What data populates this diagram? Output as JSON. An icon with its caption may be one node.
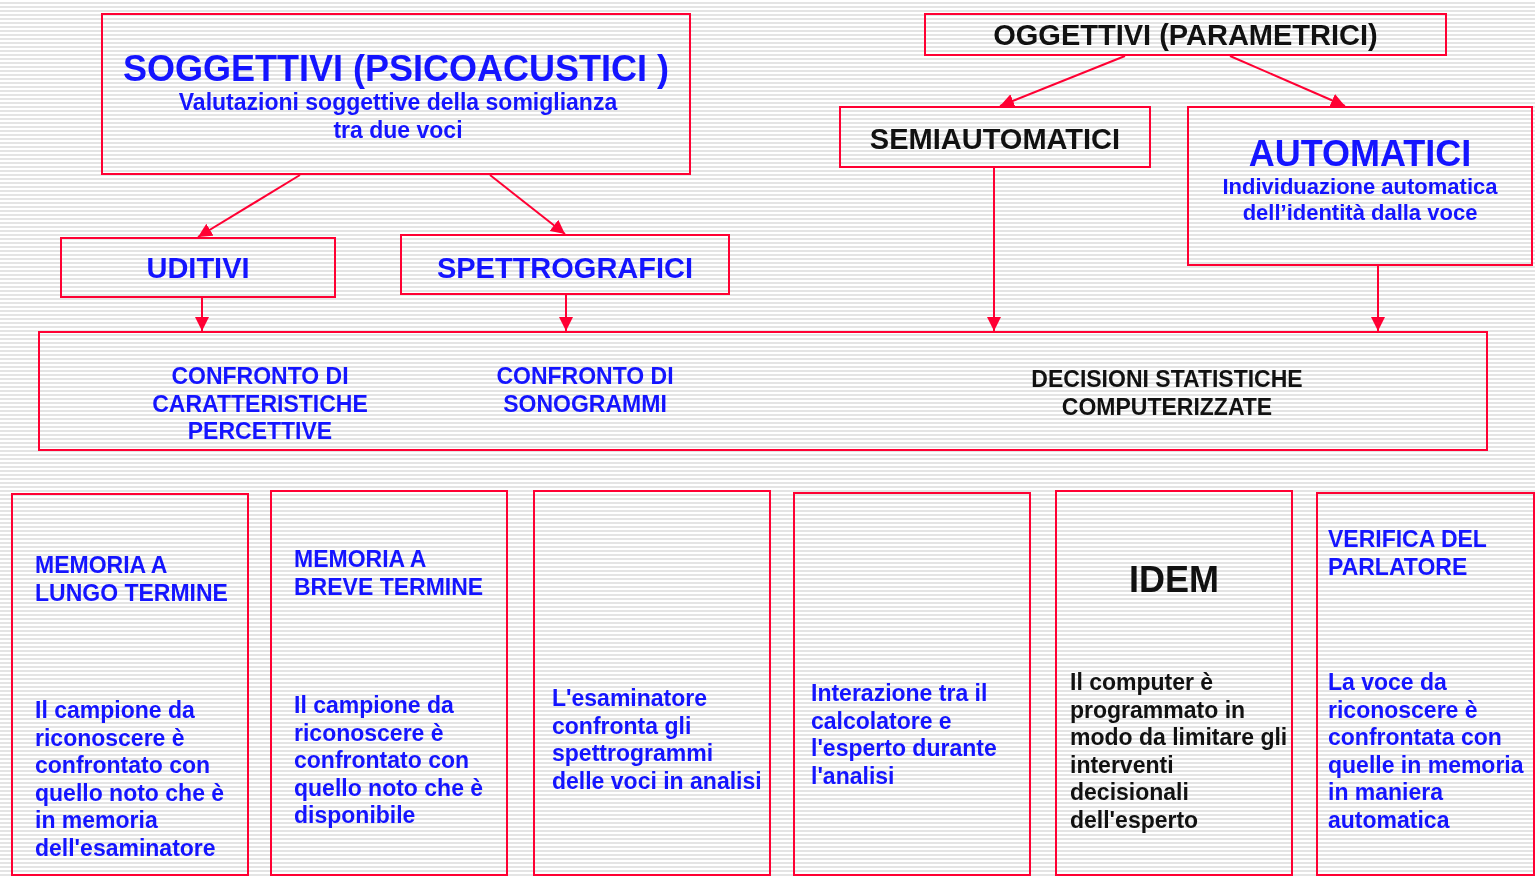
{
  "diagram": {
    "nodes": [
      {
        "text": [
          "SOGGETTIVI (PSICOACUSTICI )",
          "Valutazioni soggettive della somiglianza tra due voci"
        ]
      },
      {
        "text": [
          "OGGETTIVI (PARAMETRICI)"
        ]
      },
      {
        "text": [
          "SEMIAUTOMATICI"
        ]
      },
      {
        "text": [
          "AUTOMATICI",
          "Individuazione automatica dell’identità dalla voce"
        ]
      },
      {
        "text": [
          "UDITIVI"
        ]
      },
      {
        "text": [
          "SPETTROGRAFICI"
        ]
      },
      {
        "text": [
          "CONFRONTO DI CARATTERISTICHE PERCETTIVE",
          "CONFRONTO DI SONOGRAMMI",
          "DECISIONI STATISTICHE COMPUTERIZZATE"
        ]
      },
      {
        "text": [
          "MEMORIA A LUNGO TERMINE",
          "Il campione da riconoscere  è confrontato con quello noto che è in memoria dell'esaminatore"
        ]
      },
      {
        "text": [
          "MEMORIA A BREVE TERMINE",
          "Il campione da riconoscere  è confrontato con quello noto che è disponibile"
        ]
      },
      {
        "text": [
          "L'esaminatore confronta gli spettrogrammi delle voci in analisi"
        ]
      },
      {
        "text": [
          "Interazione tra il calcolatore e l'esperto durante l'analisi"
        ]
      },
      {
        "text": [
          "IDEM",
          "Il computer è programmato in modo da limitare gli interventi decisionali dell'esperto"
        ]
      },
      {
        "text": [
          "VERIFICA DEL PARLATORE",
          "La voce da riconoscere è confrontata con quelle in memoria in maniera automatica"
        ]
      }
    ],
    "edges": [
      {
        "from": 0,
        "to": 4,
        "arrow": "to"
      },
      {
        "from": 0,
        "to": 5,
        "arrow": "to"
      },
      {
        "from": 1,
        "to": 2,
        "arrow": "to"
      },
      {
        "from": 1,
        "to": 3,
        "arrow": "to"
      },
      {
        "from": 4,
        "to": 6,
        "arrow": "to"
      },
      {
        "from": 5,
        "to": 6,
        "arrow": "to"
      },
      {
        "from": 2,
        "to": 6,
        "arrow": "to"
      },
      {
        "from": 3,
        "to": 6,
        "arrow": "to"
      }
    ]
  }
}
